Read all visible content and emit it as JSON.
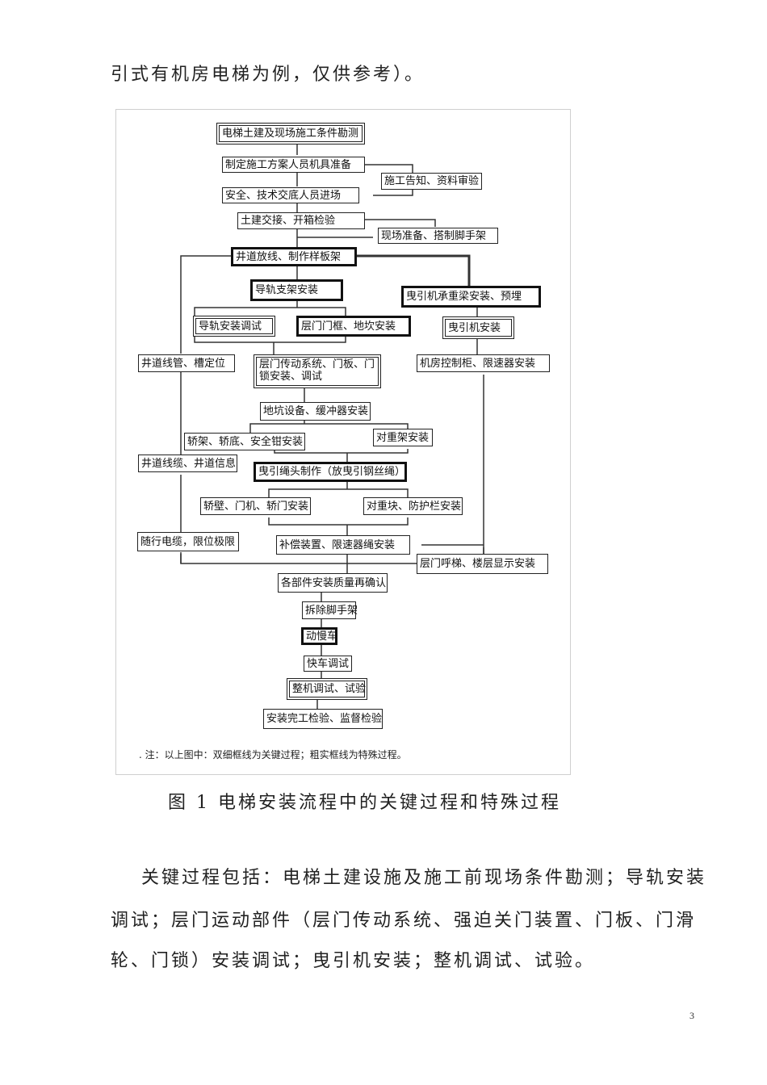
{
  "document": {
    "intro_line": "引式有机房电梯为例，仅供参考）。",
    "figure": {
      "caption": "图 1   电梯安装流程中的关键过程和特殊过程",
      "note": ". 注：以上图中：双细框线为关键过程；粗实框线为特殊过程。",
      "legend": {
        "double_border": "关键过程",
        "bold_border": "特殊过程"
      },
      "nodes": [
        {
          "id": "n1",
          "label": "电梯土建及现场施工条件勘测",
          "style": "double"
        },
        {
          "id": "n2",
          "label": "制定施工方案人员机具准备",
          "style": "normal"
        },
        {
          "id": "n3",
          "label": "施工告知、资料审验",
          "style": "normal"
        },
        {
          "id": "n4",
          "label": "安全、技术交底人员进场",
          "style": "normal"
        },
        {
          "id": "n5",
          "label": "土建交接、开箱检验",
          "style": "normal"
        },
        {
          "id": "n6",
          "label": "现场准备、搭制脚手架",
          "style": "normal"
        },
        {
          "id": "n7",
          "label": "井道放线、制作样板架",
          "style": "bold"
        },
        {
          "id": "n8",
          "label": "导轨支架安装",
          "style": "bold"
        },
        {
          "id": "n9",
          "label": "曳引机承重梁安装、预埋",
          "style": "bold"
        },
        {
          "id": "n10",
          "label": "导轨安装调试",
          "style": "double"
        },
        {
          "id": "n11",
          "label": "层门门框、地坎安装",
          "style": "bold"
        },
        {
          "id": "n12",
          "label": "曳引机安装",
          "style": "double"
        },
        {
          "id": "n13",
          "label": "井道线管、槽定位",
          "style": "normal"
        },
        {
          "id": "n14",
          "label": "层门传动系统、门板、门锁安装、调试",
          "style": "double"
        },
        {
          "id": "n15",
          "label": "机房控制柜、限速器安装",
          "style": "normal"
        },
        {
          "id": "n16",
          "label": "地坑设备、缓冲器安装",
          "style": "normal"
        },
        {
          "id": "n17",
          "label": "轿架、轿底、安全钳安装",
          "style": "normal"
        },
        {
          "id": "n18",
          "label": "对重架安装",
          "style": "normal"
        },
        {
          "id": "n19",
          "label": "井道线缆、井道信息",
          "style": "normal"
        },
        {
          "id": "n20",
          "label": "曳引绳头制作（放曳引钢丝绳）",
          "style": "bold"
        },
        {
          "id": "n21",
          "label": "轿壁、门机、轿门安装",
          "style": "normal"
        },
        {
          "id": "n22",
          "label": "对重块、防护栏安装",
          "style": "normal"
        },
        {
          "id": "n23",
          "label": "随行电缆，限位极限",
          "style": "normal"
        },
        {
          "id": "n24",
          "label": "补偿装置、限速器绳安装",
          "style": "normal"
        },
        {
          "id": "n25",
          "label": "层门呼梯、楼层显示安装",
          "style": "normal"
        },
        {
          "id": "n26",
          "label": "各部件安装质量再确认",
          "style": "normal"
        },
        {
          "id": "n27",
          "label": "拆除脚手架",
          "style": "normal"
        },
        {
          "id": "n28",
          "label": "动慢车",
          "style": "bold"
        },
        {
          "id": "n29",
          "label": "快车调试",
          "style": "normal"
        },
        {
          "id": "n30",
          "label": "整机调试、试验",
          "style": "double"
        },
        {
          "id": "n31",
          "label": "安装完工检验、监督检验",
          "style": "normal"
        }
      ]
    },
    "body_paragraph": {
      "lines": [
        "关键过程包括：电梯土建设施及施工前现场条件勘测；导轨安装",
        "调试；层门运动部件（层门传动系统、强迫关门装置、门板、门滑",
        "轮、门锁）安装调试；曳引机安装；整机调试、试验。"
      ]
    },
    "page_number": "3"
  }
}
